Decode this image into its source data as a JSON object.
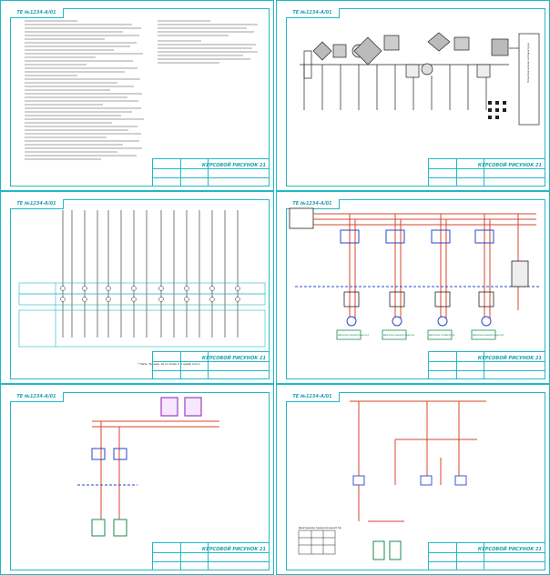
{
  "sheets": [
    {
      "id": "s1",
      "corner": "TE №1234-A/01",
      "code": "КУРСОВОЙ РИСУНОК 21",
      "kind": "text"
    },
    {
      "id": "s2",
      "corner": "TE №1234-A/01",
      "code": "КУРСОВОЙ РИСУНОК 21",
      "kind": "process",
      "box_label": "Электрическая аппаратура"
    },
    {
      "id": "s3",
      "corner": "TE №1234-A/01",
      "code": "КУРСОВОЙ РИСУНОК 21",
      "kind": "wiring",
      "note": "* Напр. Тренер: к0 из 4(4)а cl 1 шкаф этого"
    },
    {
      "id": "s4",
      "corner": "TE №1234-A/01",
      "code": "КУРСОВОЙ РИСУНОК 21",
      "kind": "power",
      "motor_labels": [
        "Двигатель рециркуляции №1",
        "Двигатель рециркуляции №2",
        "Двигатель эл.двигатель",
        "Двигатель рециркуляции №3"
      ]
    },
    {
      "id": "s5",
      "corner": "TE №1234-A/01",
      "code": "КУРСОВОЙ РИСУНОК 21",
      "kind": "simple"
    },
    {
      "id": "s6",
      "corner": "TE №1234-A/01",
      "code": "КУРСОВОЙ РИСУНОК 21",
      "kind": "control",
      "legend_title": "Диаграмма переключений SA"
    }
  ],
  "colors": {
    "frame": "#22b8c8",
    "red": "#d9442c",
    "blue": "#2a46c8",
    "purple": "#a03cc0",
    "dark": "#222222",
    "green": "#1a8a50"
  }
}
